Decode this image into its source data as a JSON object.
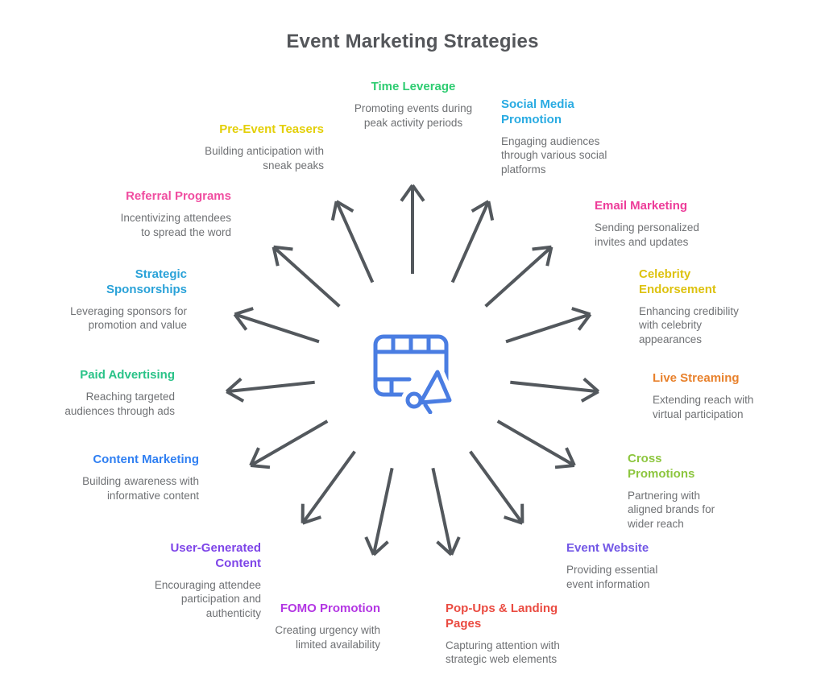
{
  "title": "Event Marketing Strategies",
  "colors": {
    "title_text": "#54565a",
    "arrow": "#53585d",
    "description_text": "#6f7174",
    "icon_blue": "#4a7de2"
  },
  "center_icon": "film-frame-with-megaphone",
  "items": [
    {
      "id": "time-leverage",
      "label": "Time Leverage",
      "description": "Promoting events during peak activity periods",
      "color": "#2ecc71"
    },
    {
      "id": "social-media-promotion",
      "label": "Social Media Promotion",
      "description": "Engaging audiences through various social platforms",
      "color": "#29abe2"
    },
    {
      "id": "email-marketing",
      "label": "Email Marketing",
      "description": "Sending personalized invites and updates",
      "color": "#ed3c99"
    },
    {
      "id": "celebrity-endorsement",
      "label": "Celebrity Endorsement",
      "description": "Enhancing credibility with celebrity appearances",
      "color": "#ddc20f"
    },
    {
      "id": "live-streaming",
      "label": "Live Streaming",
      "description": "Extending reach with virtual participation",
      "color": "#e8812c"
    },
    {
      "id": "cross-promotions",
      "label": "Cross Promotions",
      "description": "Partnering with aligned brands for wider reach",
      "color": "#8dc63f"
    },
    {
      "id": "event-website",
      "label": "Event Website",
      "description": "Providing essential event information",
      "color": "#7358e6"
    },
    {
      "id": "pop-ups-landing-pages",
      "label": "Pop-Ups & Landing Pages",
      "description": "Capturing attention with strategic web elements",
      "color": "#ea4b41"
    },
    {
      "id": "fomo-promotion",
      "label": "FOMO Promotion",
      "description": "Creating urgency with limited availability",
      "color": "#b336e3"
    },
    {
      "id": "user-generated-content",
      "label": "User-Generated Content",
      "description": "Encouraging attendee participation and authenticity",
      "color": "#7e45e8"
    },
    {
      "id": "content-marketing",
      "label": "Content Marketing",
      "description": "Building awareness with informative content",
      "color": "#2f7ff2"
    },
    {
      "id": "paid-advertising",
      "label": "Paid Advertising",
      "description": "Reaching targeted audiences through ads",
      "color": "#2ac388"
    },
    {
      "id": "strategic-sponsorships",
      "label": "Strategic Sponsorships",
      "description": "Leveraging sponsors for promotion and value",
      "color": "#2aa2d8"
    },
    {
      "id": "referral-programs",
      "label": "Referral Programs",
      "description": "Incentivizing attendees to spread the word",
      "color": "#f04da0"
    },
    {
      "id": "pre-event-teasers",
      "label": "Pre-Event Teasers",
      "description": "Building anticipation with sneak peaks",
      "color": "#e3cf07"
    }
  ]
}
